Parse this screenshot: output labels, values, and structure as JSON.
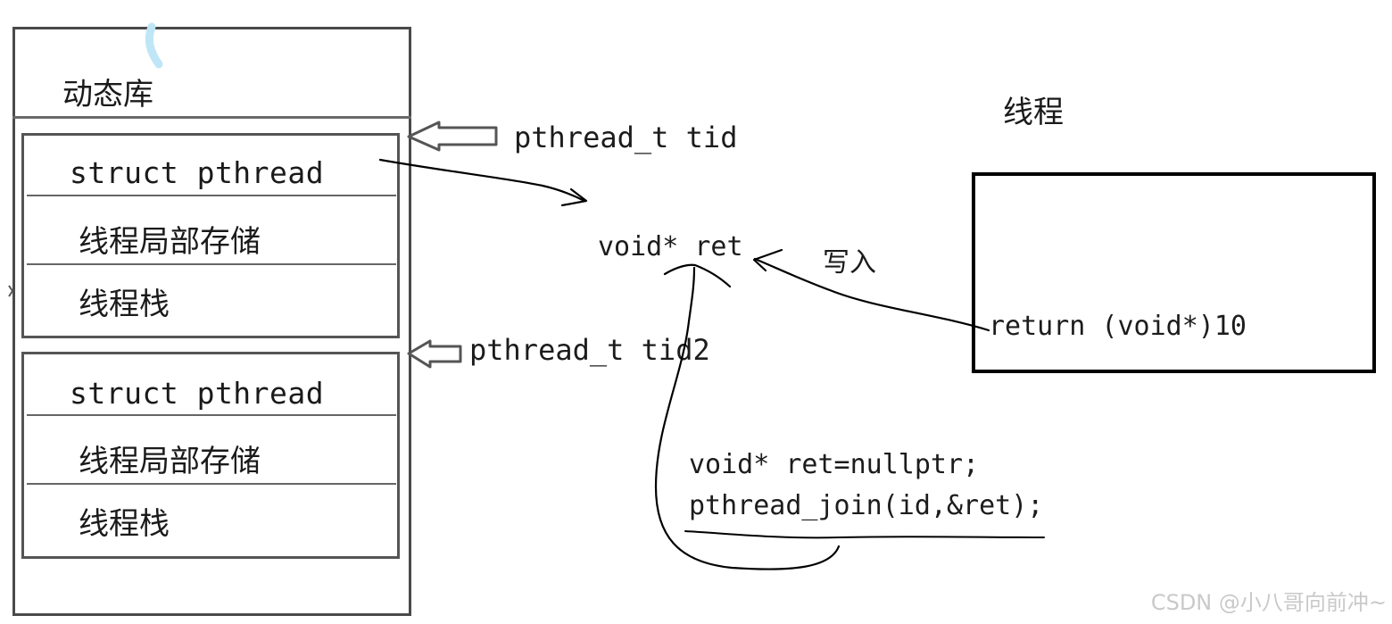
{
  "memory": {
    "library_label": "动态库",
    "thread1": {
      "struct_label": "struct pthread",
      "tls_label": "线程局部存储",
      "stack_label": "线程栈",
      "tid_label": "pthread_t tid"
    },
    "thread2": {
      "struct_label": "struct pthread",
      "tls_label": "线程局部存储",
      "stack_label": "线程栈",
      "tid_label": "pthread_t tid2"
    }
  },
  "ret_var": "void* ret",
  "write_label": "写入",
  "thread": {
    "title": "线程",
    "return_stmt": "return (void*)10"
  },
  "join_code": {
    "line1": "void* ret=nullptr;",
    "line2": "pthread_join(id,&ret);"
  },
  "watermark": "CSDN @小八哥向前冲~"
}
